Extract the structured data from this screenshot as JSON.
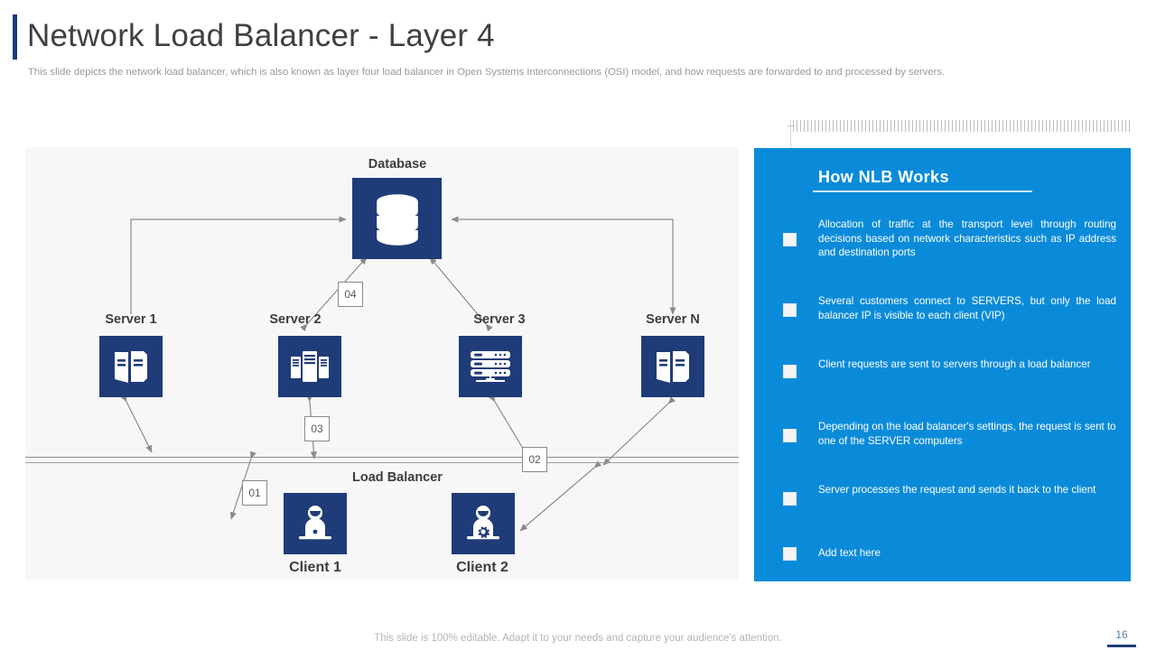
{
  "header": {
    "title": "Network Load Balancer - Layer 4",
    "subtitle": "This slide depicts the network load balancer, which is also known as layer four load balancer in Open Systems Interconnections (OSI) model, and how requests are forwarded to and processed by servers."
  },
  "diagram": {
    "database_label": "Database",
    "servers": [
      {
        "label": "Server 1",
        "icon": "server-tower-icon"
      },
      {
        "label": "Server 2",
        "icon": "server-cluster-icon"
      },
      {
        "label": "Server 3",
        "icon": "server-rack-icon"
      },
      {
        "label": "Server N",
        "icon": "server-tower-icon"
      }
    ],
    "load_balancer_label": "Load Balancer",
    "clients": [
      {
        "label": "Client 1",
        "icon": "user-laptop-icon"
      },
      {
        "label": "Client 2",
        "icon": "user-laptop-gear-icon"
      }
    ],
    "steps": [
      "01",
      "02",
      "03",
      "04"
    ]
  },
  "panel": {
    "title": "How NLB Works",
    "bullets": [
      "Allocation of traffic at the transport level through routing decisions based on network characteristics such as IP address and destination ports",
      "Several customers connect to SERVERS, but only the load balancer IP is visible to each client (VIP)",
      "Client requests are sent to servers through a load balancer",
      "Depending on the load balancer's settings, the request is sent to one of the SERVER computers",
      "Server processes the request and sends it back to the client",
      "Add text here"
    ]
  },
  "footer": {
    "note": "This slide is 100% editable. Adapt it to your needs and capture your audience's attention.",
    "page_number": "16"
  },
  "colors": {
    "accent_blue": "#0a8bd9",
    "navy": "#1f3c78",
    "panel_bg": "#f7f7f7",
    "text_gray": "#404040"
  }
}
